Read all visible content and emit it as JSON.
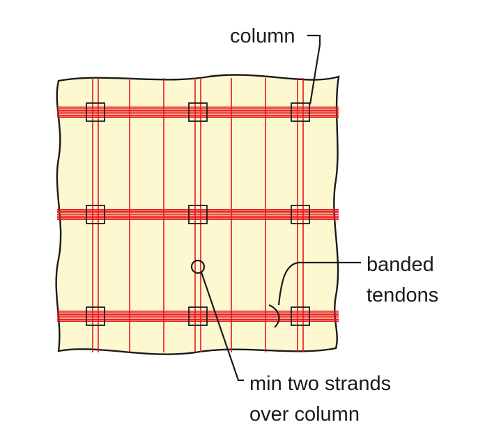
{
  "labels": {
    "column": "column",
    "banded_line1": "banded",
    "banded_line2": "tendons",
    "min_line1": "min two strands",
    "min_line2": "over column"
  },
  "colors": {
    "slab_fill": "#fdf8cf",
    "tendon": "#e8151b",
    "outline": "#1a1a1a",
    "column_fill": "#f2dfb8"
  }
}
